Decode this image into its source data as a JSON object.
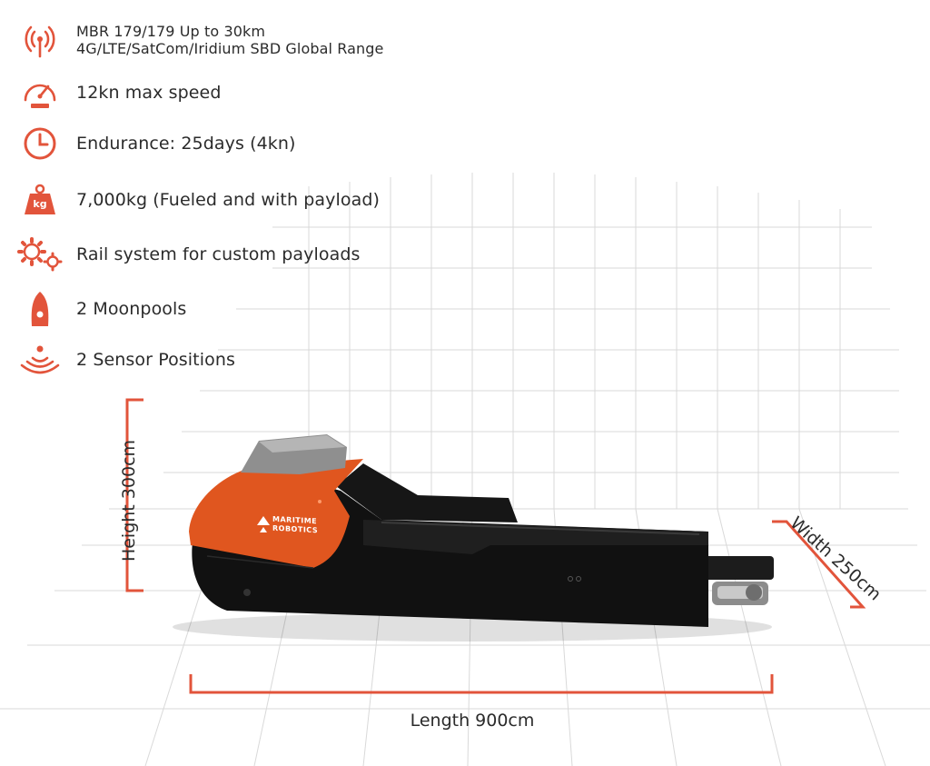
{
  "specs": [
    {
      "icon": "radio-tower-icon",
      "lines": [
        "MBR 179/179 Up to 30km",
        "4G/LTE/SatCom/Iridium SBD Global Range"
      ]
    },
    {
      "icon": "speedometer-icon",
      "lines": [
        "12kn max speed"
      ]
    },
    {
      "icon": "clock-icon",
      "lines": [
        "Endurance: 25days (4kn)"
      ]
    },
    {
      "icon": "weight-icon",
      "lines": [
        "7,000kg (Fueled and with payload)"
      ]
    },
    {
      "icon": "gears-icon",
      "lines": [
        "Rail system for custom payloads"
      ]
    },
    {
      "icon": "vessel-icon",
      "lines": [
        "2 Moonpools"
      ]
    },
    {
      "icon": "sonar-icon",
      "lines": [
        "2 Sensor Positions"
      ]
    }
  ],
  "weight_icon_text": "kg",
  "dimensions": {
    "height": "Height 300cm",
    "width": "Width 250cm",
    "length": "Length 900cm"
  },
  "brand": {
    "line1": "MARITIME",
    "line2": "ROBOTICS"
  },
  "colors": {
    "accent": "#e2543b",
    "hull": "#111111",
    "cowl": "#e0561f",
    "grid": "#d9d9d9"
  }
}
